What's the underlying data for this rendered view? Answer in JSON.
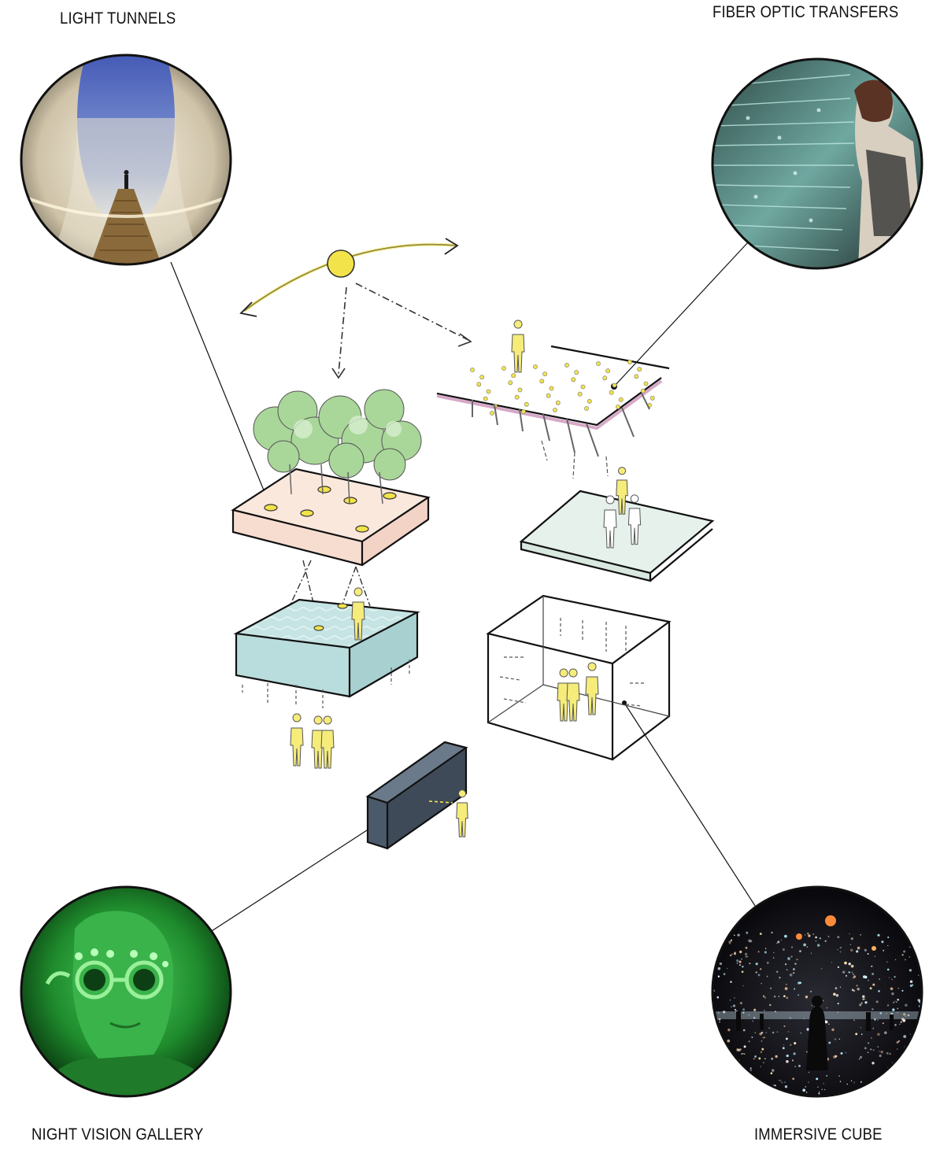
{
  "labels": {
    "light_tunnels": "LIGHT TUNNELS",
    "fiber_optic": "FIBER OPTIC TRANSFERS",
    "night_vision": "NIGHT VISION GALLERY",
    "immersive_cube": "IMMERSIVE CUBE"
  },
  "colors": {
    "sun_yellow": "#f2e34a",
    "figure_yellow": "#f5ec7a",
    "ground_pink": "#fbe8dc",
    "water_blue": "#bfe0e0",
    "slab_mint": "#e6f1ec",
    "night_box": "#4b5a6a",
    "pink_edge": "#d7a8c8",
    "green_night": "#2f8f3a"
  }
}
